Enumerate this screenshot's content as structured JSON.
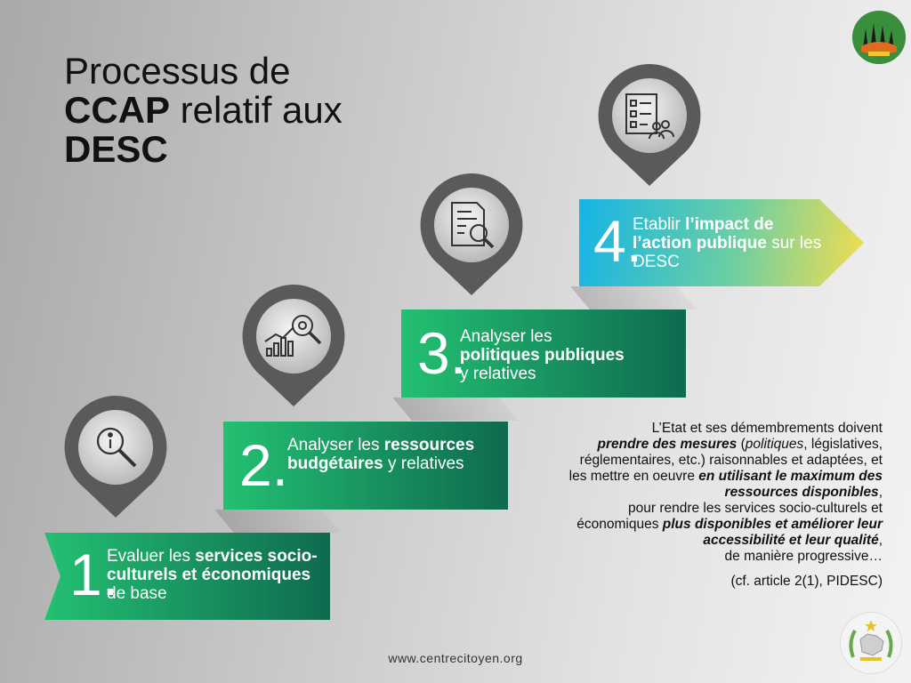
{
  "title": {
    "line1": "Processus de",
    "line2_bold": "CCAP",
    "line2_rest": " relatif aux",
    "line3_bold": "DESC"
  },
  "steps": [
    {
      "num": "1.",
      "pre": "Evaluer les ",
      "bold": "services socio-culturels et économiques",
      "post": " de base",
      "icon": "info-search-icon"
    },
    {
      "num": "2.",
      "pre": "Analyser les ",
      "bold": "ressources budgétaires",
      "post": " y relatives",
      "icon": "chart-analysis-icon"
    },
    {
      "num": "3.",
      "pre": "Analyser les ",
      "bold": "politiques publiques",
      "post": " y relatives",
      "icon": "document-search-icon"
    },
    {
      "num": "4.",
      "pre": "Etablir ",
      "bold": "l’impact de l’action publique",
      "post": " sur les DESC",
      "icon": "checklist-people-icon"
    }
  ],
  "quote": {
    "l1": "L’Etat et ses démembrements doivent",
    "l2_b": "prendre des mesures",
    "l2_a": " (",
    "l2_i": "politiques",
    "l2_c": ", législatives,",
    "l3": "réglementaires, etc.) raisonnables et adaptées, et ",
    "l4_a": "les mettre en oeuvre ",
    "l4_b": "en utilisant le maximum des",
    "l5_b": "ressources disponibles",
    "l5_c": ",",
    "l6": "pour rendre les services socio-culturels et",
    "l7_a": "économiques ",
    "l7_b": "plus disponibles et améliorer leur",
    "l8_b": "accessibilité et leur qualité",
    "l8_c": ",",
    "l9": "de manière progressive…",
    "ref": "(cf. article 2(1), PIDESC)"
  },
  "footer": "www.centrecitoyen.org",
  "colors": {
    "green_light": "#21c171",
    "green_dark": "#0e5f4e",
    "blue": "#1ab5e3",
    "yellow": "#f0dd55",
    "pin": "#5c5c5c"
  }
}
